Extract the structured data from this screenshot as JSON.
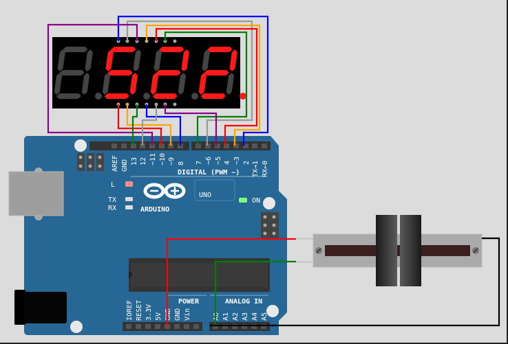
{
  "display": {
    "digits": [
      "",
      "5",
      "2",
      "2."
    ],
    "on_color": "#ff1a1a",
    "off_color": "#444444"
  },
  "board": {
    "brand": "ARDUINO",
    "model": "UNO",
    "on_label": "ON",
    "l_label": "L",
    "tx_label": "TX",
    "rx_label": "RX",
    "digital_label": "DIGITAL (PWM ~)",
    "power_label": "POWER",
    "analog_label": "ANALOG IN",
    "digital_pins_left": [
      "AREF",
      "GND",
      "13",
      "12",
      "~11",
      "~10",
      "~9",
      "8"
    ],
    "digital_pins_right": [
      "7",
      "~6",
      "~5",
      "4",
      "~3",
      "2",
      "TX→1",
      "RX←0"
    ],
    "power_pins": [
      "IOREF",
      "RESET",
      "3.3V",
      "5V",
      "GND",
      "GND",
      "Vin"
    ],
    "analog_pins": [
      "A0",
      "A1",
      "A2",
      "A3",
      "A4",
      "A5"
    ],
    "color": "#276796"
  },
  "wire_colors": {
    "blue": "#0000ff",
    "gray": "#999999",
    "purple": "#8b008b",
    "orange": "#ffa500",
    "red": "#ff0000",
    "green": "#008000",
    "black": "#000000"
  }
}
